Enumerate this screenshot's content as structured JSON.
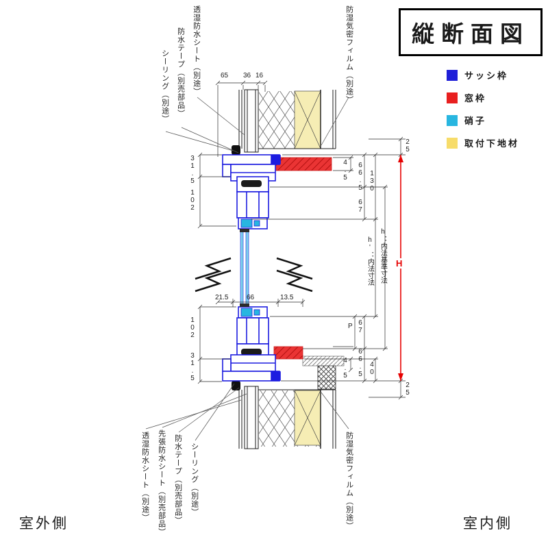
{
  "title": "縦断面図",
  "legend": {
    "items": [
      {
        "label": "サッシ枠",
        "color": "#1f1fd8"
      },
      {
        "label": "窓枠",
        "color": "#e81f1f"
      },
      {
        "label": "硝子",
        "color": "#28b6e0"
      },
      {
        "label": "取付下地材",
        "color": "#f7dc6a"
      }
    ]
  },
  "callouts": {
    "top": [
      "シーリング（別途）",
      "防水テープ（別売部品）",
      "透湿防水シート（別途）",
      "防湿気密フィルム（別途）"
    ],
    "bottom": [
      "透湿防水シート（別途）",
      "先張防水シート（別売部品）",
      "防水テープ（別売部品）",
      "シーリング（別途）",
      "防湿気密フィルム（別途）"
    ]
  },
  "sides": {
    "outdoor": "室外側",
    "indoor": "室内側"
  },
  "dims": {
    "top": {
      "d65": "65",
      "d36": "36",
      "d16": "16"
    },
    "left": {
      "head_31_5": "31.5",
      "head_102": "102",
      "sill_102": "102",
      "sill_31_5": "31.5"
    },
    "mid": {
      "d21_5": "21.5",
      "d66": "66",
      "d13_5": "13.5"
    },
    "right": {
      "top_25": "25",
      "head_4_5": "4.5",
      "head_66_5": "66.5",
      "head_130": "130",
      "head_67": "67",
      "h_prime": "h'：内法寸法",
      "h_base": "h：内法基準寸法",
      "total_h": "H",
      "p": "P",
      "sill_67": "67",
      "sill_66_5": "66.5",
      "sill_40": "40",
      "sill_4_5": "4.5",
      "bottom_25": "25"
    }
  }
}
